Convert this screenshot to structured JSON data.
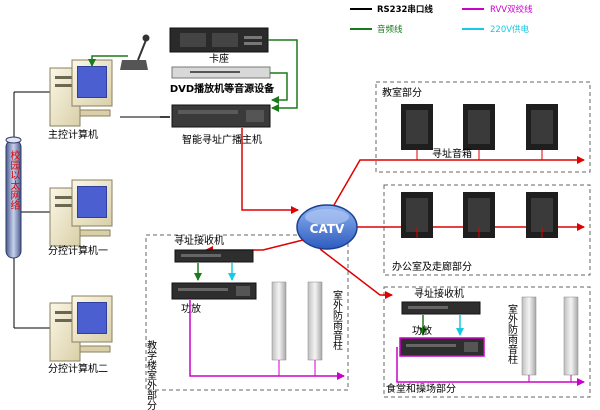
{
  "legend": {
    "rs232": "RS232串口线",
    "rvv": "RVV双绞线",
    "audio": "音频线",
    "power": "220V供电"
  },
  "devices": {
    "cassette_deck": "卡座",
    "dvd_source": "DVD播放机等音源设备",
    "main_host": "智能寻址广播主机",
    "catv": "CATV",
    "main_pc": "主控计算机",
    "sub_pc_1": "分控计算机一",
    "sub_pc_2": "分控计算机二",
    "campus_net": "校园以太网络"
  },
  "zones": {
    "classroom": {
      "title": "教室部分",
      "speaker_label": "寻址音箱"
    },
    "office": {
      "title": "办公室及走廊部分"
    },
    "teaching": {
      "receiver": "寻址接收机",
      "amp": "功放",
      "outdoor_column": "室外防雨音柱",
      "zone_label": "教学楼室外部分"
    },
    "canteen": {
      "receiver": "寻址接收机",
      "amp": "功放",
      "outdoor_column": "室外防雨音柱",
      "zone_label": "食堂和操场部分"
    }
  },
  "colors": {
    "rs232": "#000000",
    "rvv": "#cc00cc",
    "audio": "#1a7a1a",
    "power": "#19c8e6",
    "signal": "#e00000",
    "catv_fill": "#3a6fd0"
  }
}
